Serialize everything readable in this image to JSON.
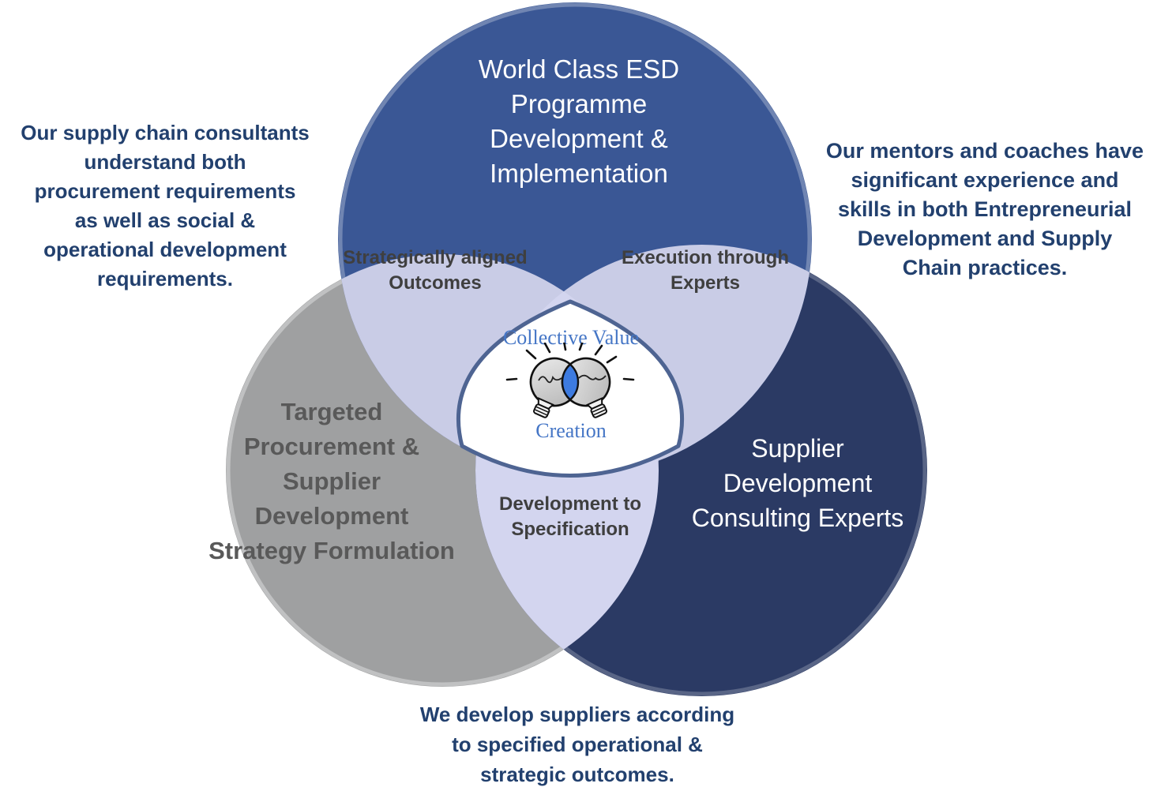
{
  "diagram": {
    "circles": {
      "top": {
        "label": "World Class ESD\nProgramme\nDevelopment &\nImplementation",
        "color": "#3A5795",
        "text_color": "#FFFFFF"
      },
      "left": {
        "label": "Targeted\nProcurement &\nSupplier\nDevelopment\nStrategy Formulation",
        "color": "#9FA0A1",
        "text_color": "#595959"
      },
      "right": {
        "label": "Supplier\nDevelopment\nConsulting Experts",
        "color": "#2B3A64",
        "text_color": "#FFFFFF"
      }
    },
    "overlaps": {
      "top_left": {
        "label": "Strategically aligned\nOutcomes",
        "color": "#C9CCE6",
        "text_color": "#3F3F3F"
      },
      "top_right": {
        "label": "Execution through\nExperts",
        "color": "#C9CCE6",
        "text_color": "#3F3F3F"
      },
      "bottom": {
        "label": "Development to\nSpecification",
        "color": "#D3D5EF",
        "text_color": "#3F3F3F"
      },
      "center": {
        "line1": "Collective Value",
        "line2": "Creation",
        "fill": "#FFFFFF",
        "border_color": "#4E6492",
        "text_color": "#4576C6",
        "icon": "overlapping-lightbulbs-icon",
        "bulb_lens_color": "#3D7BE0",
        "bulb_glass_color": "#CFCFCF"
      }
    },
    "annotations": {
      "left": {
        "text": "Our supply chain consultants\nunderstand both\nprocurement requirements\nas well as social &\noperational development\nrequirements.",
        "color": "#22406E"
      },
      "right": {
        "text": "Our mentors and coaches have\nsignificant experience and\nskills in both Entrepreneurial\nDevelopment and Supply\nChain practices.",
        "color": "#22406E"
      },
      "bottom": {
        "text": "We develop suppliers according\nto specified operational &\nstrategic outcomes.",
        "color": "#22406E"
      }
    }
  }
}
